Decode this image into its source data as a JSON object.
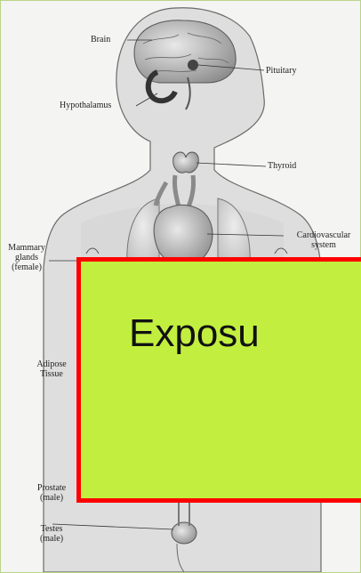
{
  "labels": {
    "brain": "Brain",
    "pituitary": "Pituitary",
    "hypothalamus": "Hypothalamus",
    "thyroid": "Thyroid",
    "cardiovascular_line1": "Cardiovascular",
    "cardiovascular_line2": "system",
    "mammary_line1": "Mammary",
    "mammary_line2": "glands",
    "mammary_line3": "(female)",
    "adipose_line1": "Adipose",
    "adipose_line2": "Tissue",
    "prostate_line1": "Prostate",
    "prostate_line2": "(male)",
    "testes_line1": "Testes",
    "testes_line2": "(male)"
  },
  "overlay": {
    "text": "Exposu",
    "background": "#c2ef3f",
    "border_color": "#ff0000"
  },
  "colors": {
    "page_background": "#f4f4f2",
    "frame_border": "#b9d38a",
    "body_fill": "#dcdcdc",
    "organ_fill": "#a9a9a9"
  }
}
